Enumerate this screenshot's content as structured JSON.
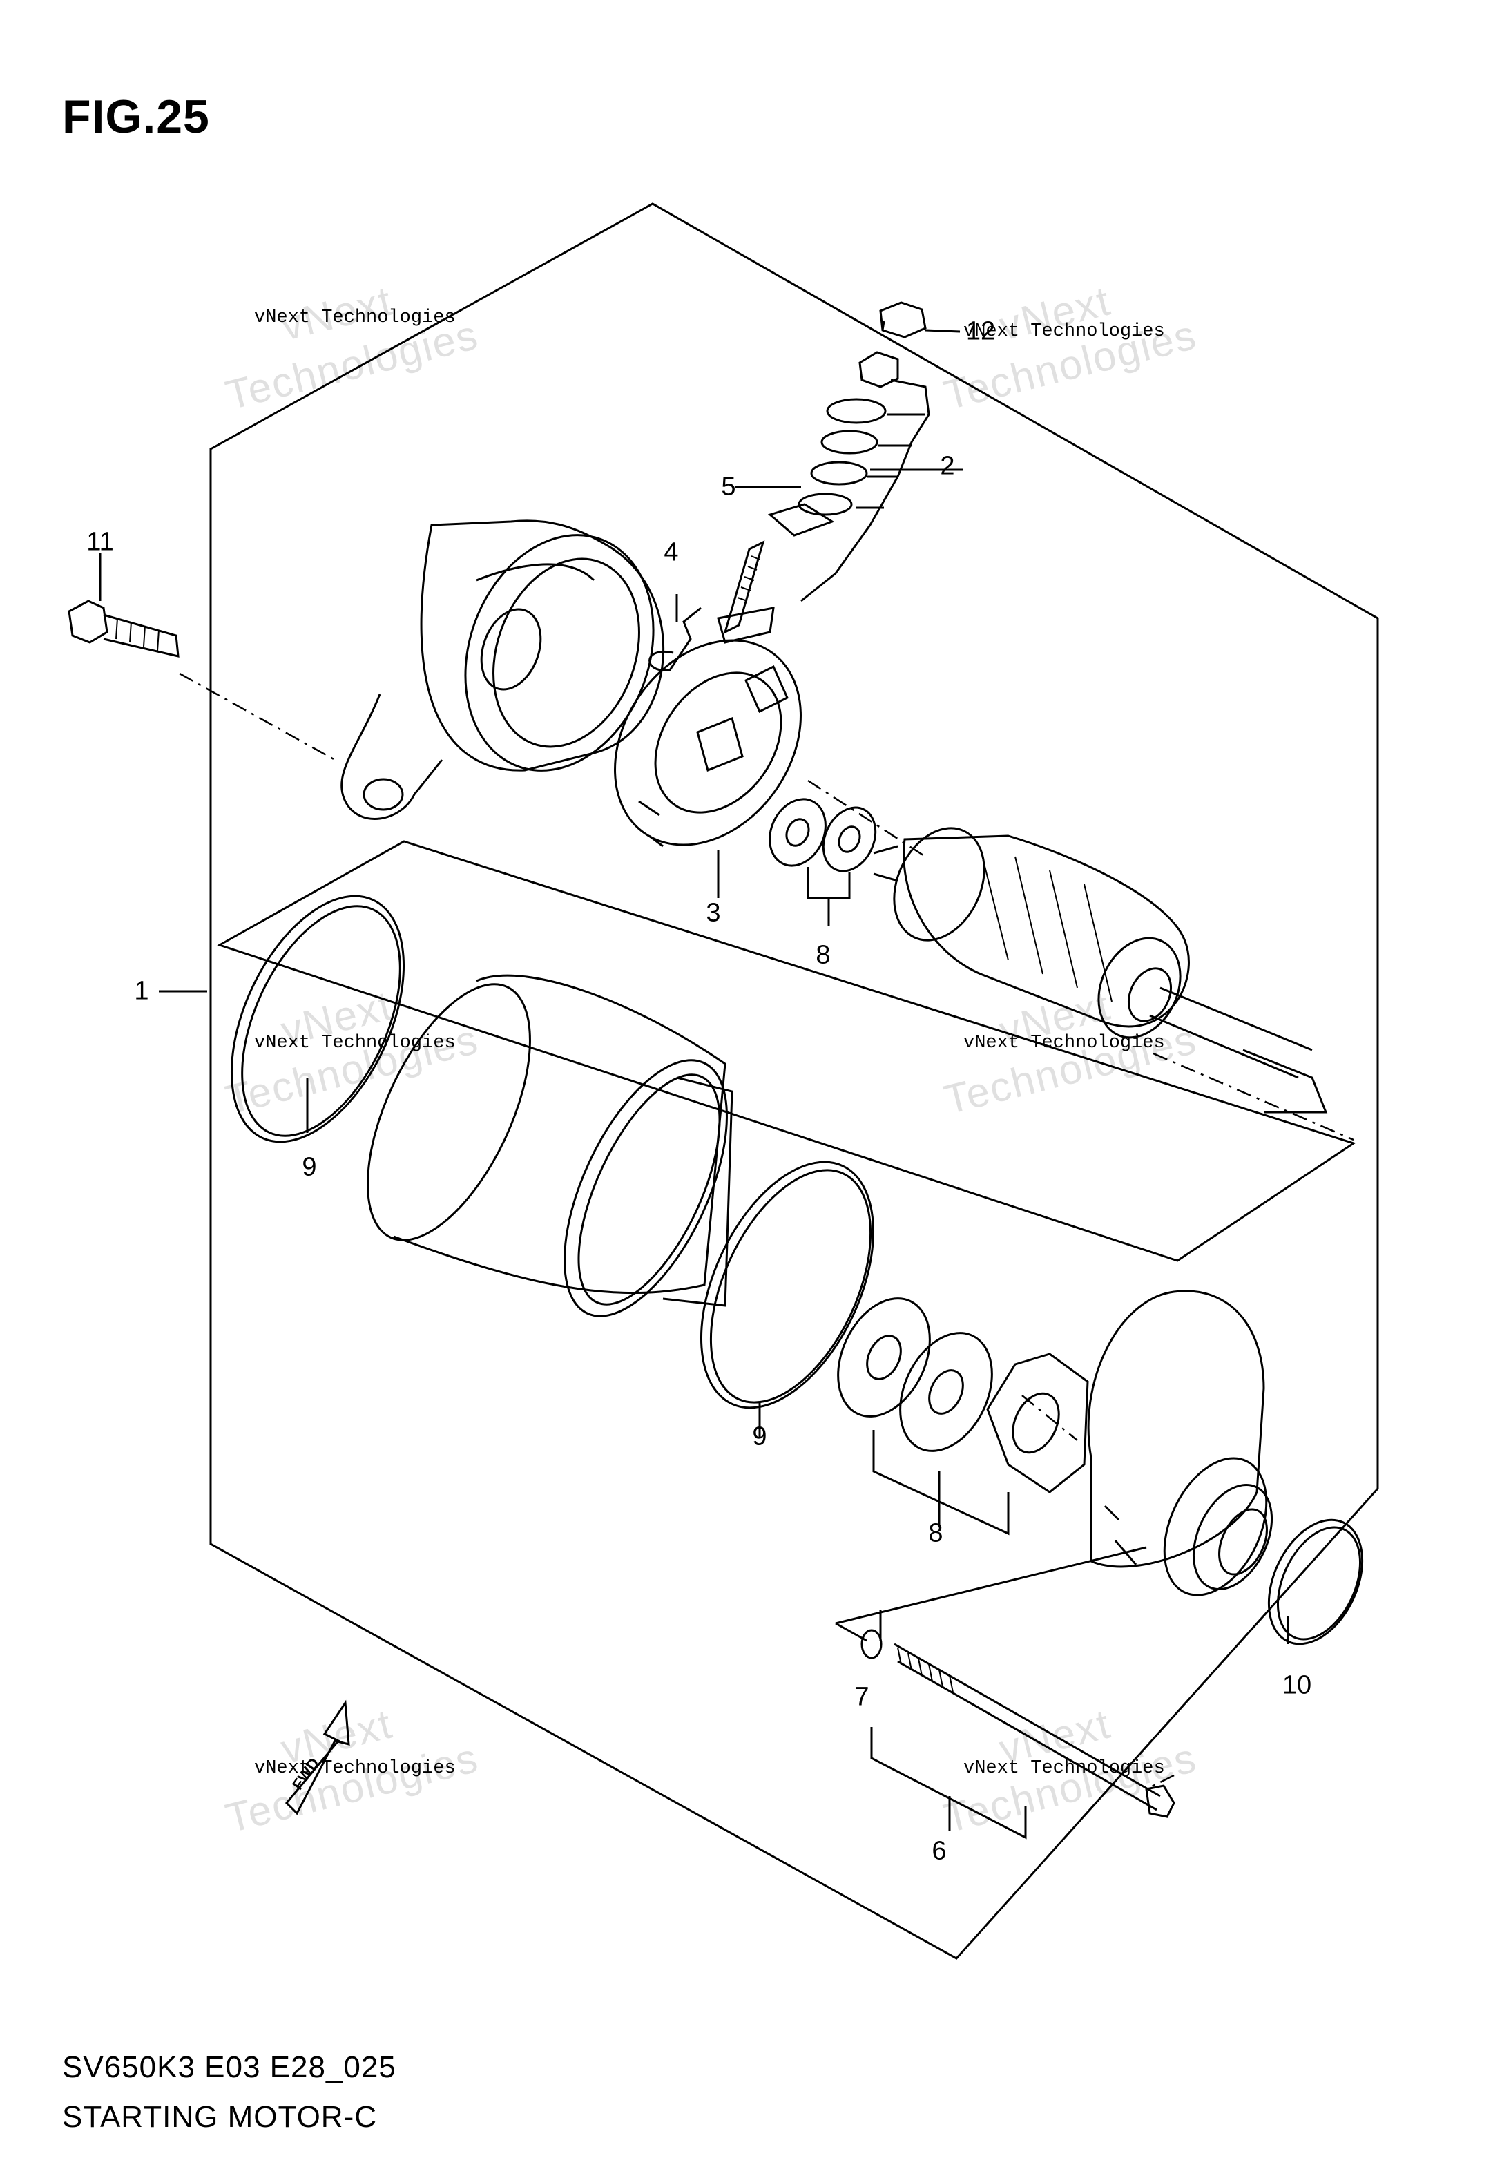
{
  "figure_label": "FIG.25",
  "model_code": "SV650K3 E03 E28_025",
  "diagram_title": "STARTING MOTOR-C",
  "watermark_text": "vNext Technologies",
  "watermark_big": "Technologies",
  "watermark_small": "vNext",
  "fwd_label": "FWD",
  "callouts": [
    "1",
    "2",
    "3",
    "4",
    "5",
    "6",
    "7",
    "8",
    "8",
    "9",
    "9",
    "10",
    "11",
    "12"
  ]
}
